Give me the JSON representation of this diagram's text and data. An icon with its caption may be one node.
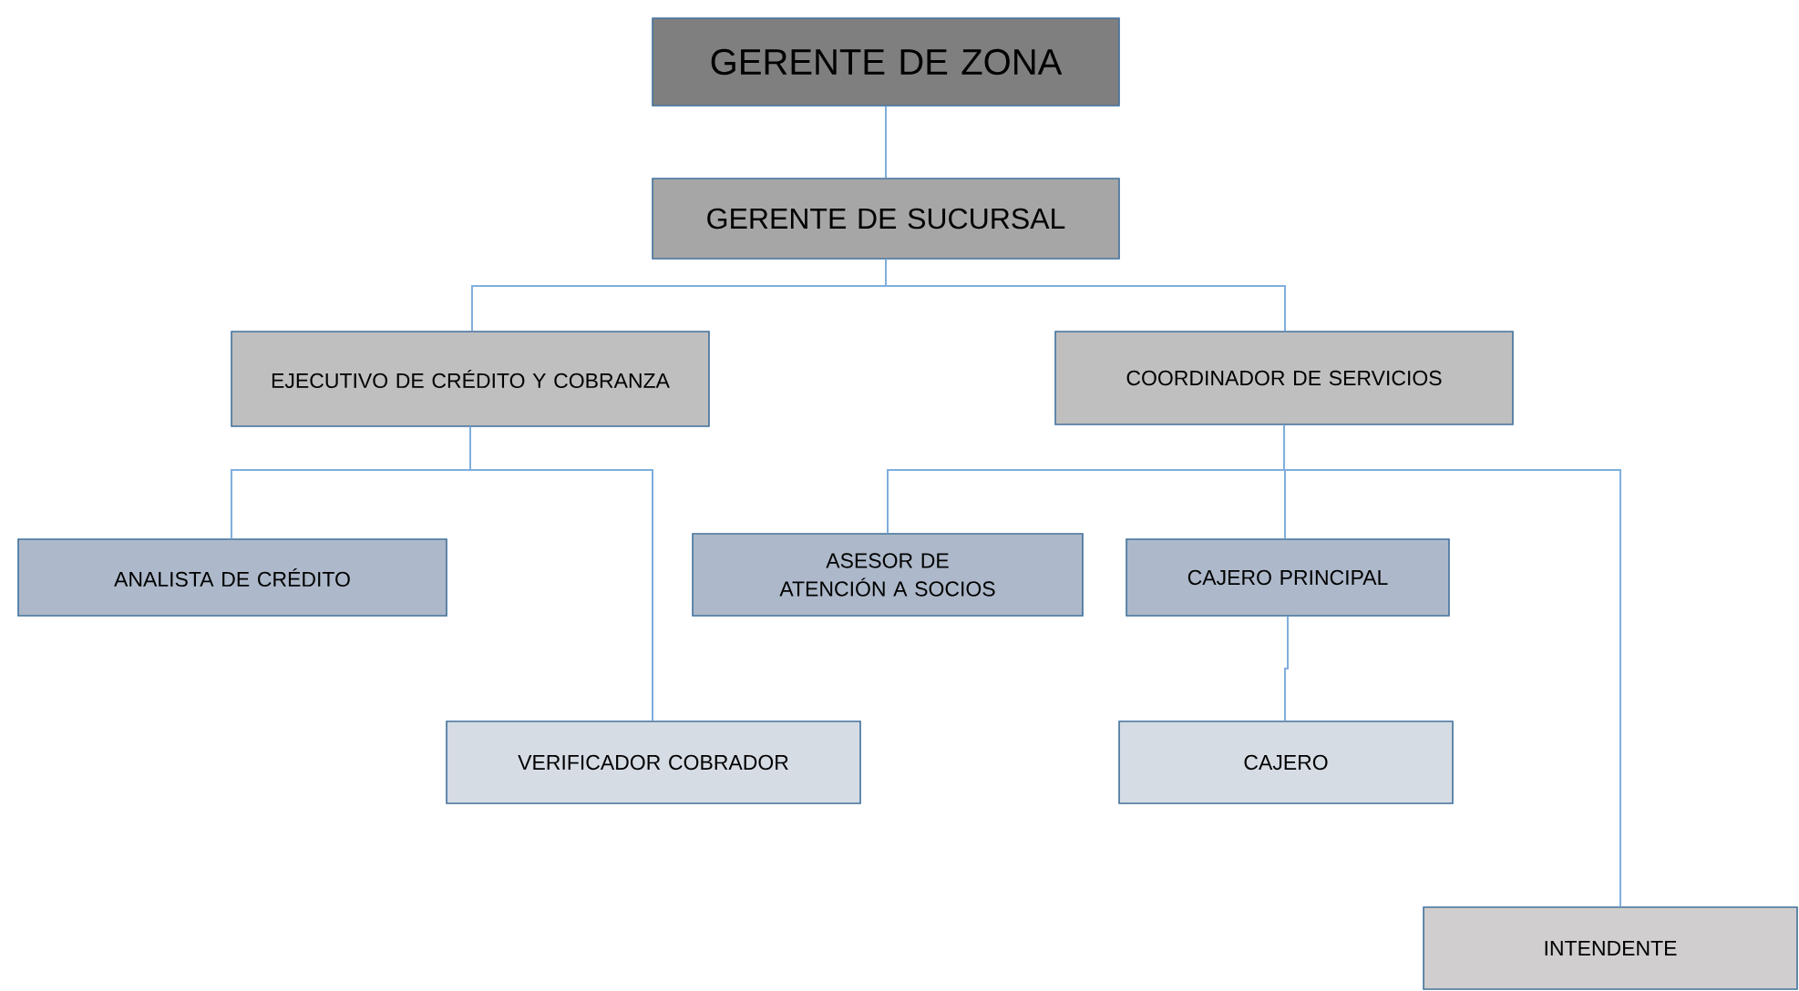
{
  "diagram": {
    "nodes": [
      {
        "text": [
          "GERENTE DE ZONA"
        ]
      },
      {
        "text": [
          "GERENTE DE SUCURSAL"
        ]
      },
      {
        "text": [
          "EJECUTIVO DE CRÉDITO Y COBRANZA"
        ]
      },
      {
        "text": [
          "COORDINADOR DE SERVICIOS"
        ]
      },
      {
        "text": [
          "ANALISTA DE CRÉDITO"
        ]
      },
      {
        "text": [
          "ASESOR DE ATENCIÓN A SOCIOS"
        ]
      },
      {
        "text": [
          "CAJERO PRINCIPAL"
        ]
      },
      {
        "text": [
          "VERIFICADOR COBRADOR"
        ]
      },
      {
        "text": [
          "CAJERO"
        ]
      },
      {
        "text": [
          "INTENDENTE"
        ]
      }
    ],
    "edges": [
      {
        "from": 0,
        "to": 1,
        "arrow": "none"
      },
      {
        "from": 1,
        "to": 2,
        "arrow": "none"
      },
      {
        "from": 1,
        "to": 3,
        "arrow": "none"
      },
      {
        "from": 2,
        "to": 4,
        "arrow": "none"
      },
      {
        "from": 2,
        "to": 7,
        "arrow": "none"
      },
      {
        "from": 3,
        "to": 5,
        "arrow": "none"
      },
      {
        "from": 3,
        "to": 6,
        "arrow": "none"
      },
      {
        "from": 3,
        "to": 9,
        "arrow": "none"
      },
      {
        "from": 6,
        "to": 8,
        "arrow": "none"
      }
    ]
  }
}
